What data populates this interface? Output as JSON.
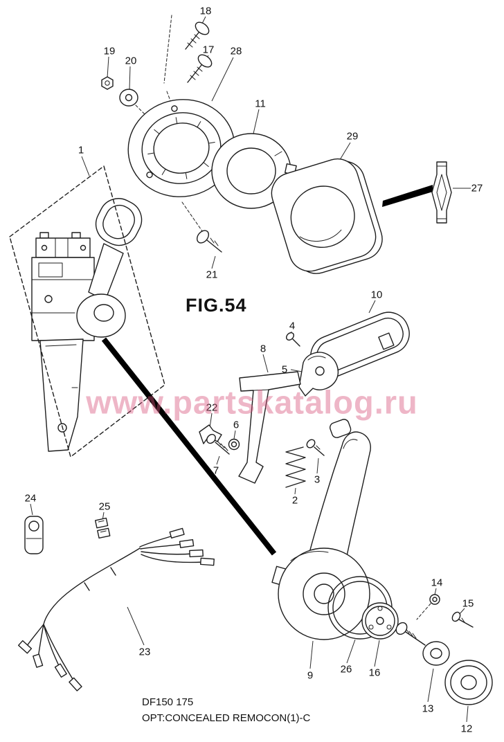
{
  "figure": {
    "title": "FIG.54",
    "model": "DF150 175",
    "caption": "OPT:CONCEALED REMOCON(1)-C",
    "watermark": "www.partskatalog.ru"
  },
  "part_labels": {
    "p1": "1",
    "p2": "2",
    "p3": "3",
    "p4": "4",
    "p5": "5",
    "p6": "6",
    "p7": "7",
    "p8": "8",
    "p9": "9",
    "p10": "10",
    "p11": "11",
    "p12": "12",
    "p13": "13",
    "p14": "14",
    "p15": "15",
    "p16": "16",
    "p17": "17",
    "p18": "18",
    "p19": "19",
    "p20": "20",
    "p21": "21",
    "p22": "22",
    "p23": "23",
    "p24": "24",
    "p25": "25",
    "p26": "26",
    "p27": "27",
    "p28": "28",
    "p29": "29"
  }
}
